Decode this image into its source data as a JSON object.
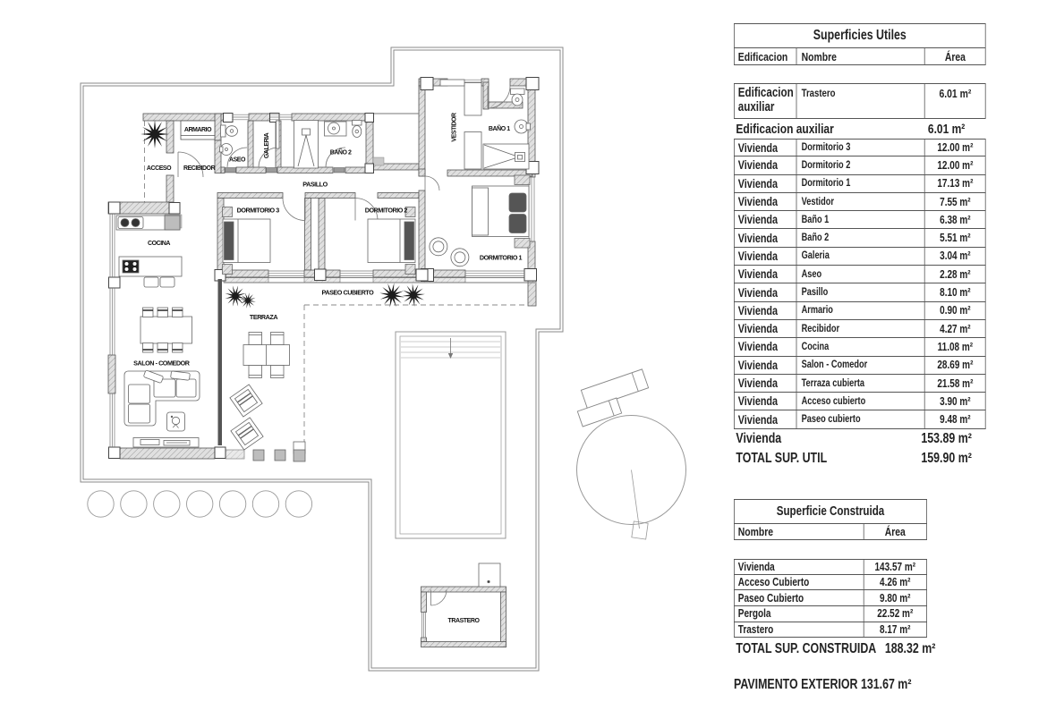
{
  "plan": {
    "rooms": {
      "acceso": "ACCESO",
      "recibidor": "RECIBIDOR",
      "armario": "ARMARIO",
      "aseo": "ASEO",
      "galeria": "GALERIA",
      "bano2": "BAÑO 2",
      "pasillo": "PASILLO",
      "dormitorio3": "DORMITORIO 3",
      "dormitorio2": "DORMITORIO 2",
      "dormitorio1": "DORMITORIO 1",
      "vestidor": "VESTIDOR",
      "bano1": "BAÑO 1",
      "cocina": "COCINA",
      "salon_comedor": "SALON - COMEDOR",
      "terraza": "TERRAZA",
      "paseo_cubierto": "PASEO CUBIERTO",
      "trastero": "TRASTERO"
    }
  },
  "tables": {
    "utiles": {
      "title": "Superficies Utiles",
      "columns": {
        "edificacion": "Edificacion",
        "nombre": "Nombre",
        "area": "Área"
      },
      "aux_row": {
        "edificacion": "Edificacion auxiliar",
        "nombre": "Trastero",
        "area": "6.01 m²"
      },
      "aux_total": {
        "label": "Edificacion auxiliar",
        "value": "6.01 m²"
      },
      "rows": [
        {
          "edificacion": "Vivienda",
          "nombre": "Dormitorio 3",
          "area": "12.00 m²"
        },
        {
          "edificacion": "Vivienda",
          "nombre": "Dormitorio 2",
          "area": "12.00 m²"
        },
        {
          "edificacion": "Vivienda",
          "nombre": "Dormitorio 1",
          "area": "17.13 m²"
        },
        {
          "edificacion": "Vivienda",
          "nombre": "Vestidor",
          "area": "7.55 m²"
        },
        {
          "edificacion": "Vivienda",
          "nombre": "Baño 1",
          "area": "6.38 m²"
        },
        {
          "edificacion": "Vivienda",
          "nombre": "Baño 2",
          "area": "5.51 m²"
        },
        {
          "edificacion": "Vivienda",
          "nombre": "Galeria",
          "area": "3.04 m²"
        },
        {
          "edificacion": "Vivienda",
          "nombre": "Aseo",
          "area": "2.28 m²"
        },
        {
          "edificacion": "Vivienda",
          "nombre": "Pasillo",
          "area": "8.10 m²"
        },
        {
          "edificacion": "Vivienda",
          "nombre": "Armario",
          "area": "0.90 m²"
        },
        {
          "edificacion": "Vivienda",
          "nombre": "Recibidor",
          "area": "4.27 m²"
        },
        {
          "edificacion": "Vivienda",
          "nombre": "Cocina",
          "area": "11.08 m²"
        },
        {
          "edificacion": "Vivienda",
          "nombre": "Salon - Comedor",
          "area": "28.69 m²"
        },
        {
          "edificacion": "Vivienda",
          "nombre": "Terraza cubierta",
          "area": "21.58 m²"
        },
        {
          "edificacion": "Vivienda",
          "nombre": "Acceso cubierto",
          "area": "3.90 m²"
        },
        {
          "edificacion": "Vivienda",
          "nombre": "Paseo cubierto",
          "area": "9.48 m²"
        }
      ],
      "vivienda_total": {
        "label": "Vivienda",
        "value": "153.89 m²"
      },
      "total": {
        "label": "TOTAL SUP. UTIL",
        "value": "159.90 m²"
      }
    },
    "construida": {
      "title": "Superficie Construida",
      "columns": {
        "nombre": "Nombre",
        "area": "Área"
      },
      "rows": [
        {
          "nombre": "Vivienda",
          "area": "143.57 m²"
        },
        {
          "nombre": "Acceso Cubierto",
          "area": "4.26 m²"
        },
        {
          "nombre": "Paseo Cubierto",
          "area": "9.80 m²"
        },
        {
          "nombre": "Pergola",
          "area": "22.52 m²"
        },
        {
          "nombre": "Trastero",
          "area": "8.17 m²"
        }
      ],
      "total": {
        "label": "TOTAL SUP. CONSTRUIDA",
        "value": "188.32 m²"
      }
    },
    "pavimento": {
      "label": "PAVIMENTO EXTERIOR",
      "value": "131.67 m²"
    }
  }
}
